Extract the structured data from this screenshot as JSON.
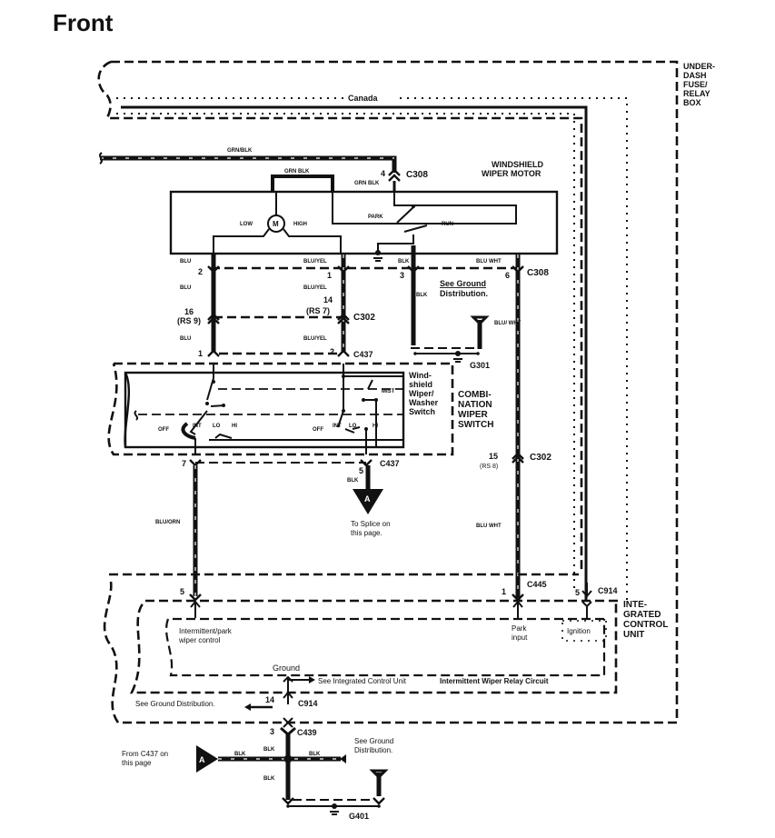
{
  "title": "Front",
  "components": {
    "underdash_fuse_box": [
      "UNDER-",
      "DASH",
      "FUSE/",
      "RELAY",
      "BOX"
    ],
    "canada_label": "Canada",
    "wiper_motor": [
      "WINDSHIELD",
      "WIPER MOTOR"
    ],
    "motor_symbol": "M",
    "motor_low": "LOW",
    "motor_high": "HIGH",
    "motor_park": "PARK",
    "motor_run": "RUN",
    "combination_switch": [
      "COMBI-",
      "NATION",
      "WIPER",
      "SWITCH"
    ],
    "wiper_washer_switch": [
      "Wind-",
      "shield",
      "Wiper/",
      "Washer",
      "Switch"
    ],
    "switch_positions_left": [
      "OFF",
      "INT",
      "LO",
      "HI"
    ],
    "switch_positions_right": [
      "OFF",
      "INT",
      "LO",
      "HI"
    ],
    "mist_label": "MIST",
    "integrated_control_unit": [
      "INTE-",
      "GRATED",
      "CONTROL",
      "UNIT"
    ],
    "intermittent_park": [
      "Intermittent/park",
      "wiper control"
    ],
    "park_input": [
      "Park",
      "input"
    ],
    "ignition": "Ignition",
    "ground_label": "Ground",
    "see_icu": "See Integrated Control Unit",
    "relay_circuit": "Intermittent Wiper Relay Circuit",
    "see_ground_dist_left": "See Ground Distribution.",
    "see_ground_dist_top": [
      "See Ground",
      "Distribution."
    ],
    "see_ground_dist_bottom": [
      "See Ground",
      "Distribution."
    ],
    "to_splice": [
      "To Splice on",
      "this page."
    ],
    "from_c437": [
      "From C437 on",
      "this page"
    ],
    "splice_marker": "A"
  },
  "connectors": {
    "c308": "C308",
    "c302": "C302",
    "c437": "C437",
    "c445": "C445",
    "c914": "C914",
    "c439": "C439",
    "g301": "G301",
    "g401": "G401"
  },
  "pins": {
    "c308_grn": "4",
    "c308_blu": "2",
    "c308_bluyel": "1",
    "c308_blk": "3",
    "c308_bluwht": "6",
    "c302_blu": "16",
    "c302_blu_rs": "(RS 9)",
    "c302_bluyel": "14",
    "c302_bluyel_rs": "(RS 7)",
    "c302_bluwht": "15",
    "c302_bluwht_rs": "(RS 8)",
    "c437_blu": "1",
    "c437_bluyel": "2",
    "c437_bluorn": "7",
    "c437_blk": "5",
    "c445_left": "5",
    "c445_right": "1",
    "c914_ign": "5",
    "c914_gnd": "14",
    "c439_blk": "3"
  },
  "wires": {
    "grn_blk_top": "GRN/BLK",
    "grn_blk_motor": "GRN BLK",
    "grn_blk_conn": "GRN BLK",
    "blu_a": "BLU",
    "blu_b": "BLU",
    "blu_c": "BLU",
    "bluyel_a": "BLU/YEL",
    "bluyel_b": "BLU/YEL",
    "bluyel_c": "BLU/YEL",
    "blk_motor": "BLK",
    "blk_lower": "BLK",
    "bluwht_motor": "BLU WHT",
    "bluwht_g301": "BLU/ WHT",
    "bluwht_long": "BLU WHT",
    "bluorn": "BLU/ORN",
    "blk_c437": "BLK",
    "blk_a": "BLK",
    "blk_vert_top": "BLK",
    "blk_right": "BLK",
    "blk_vert_bot": "BLK"
  }
}
